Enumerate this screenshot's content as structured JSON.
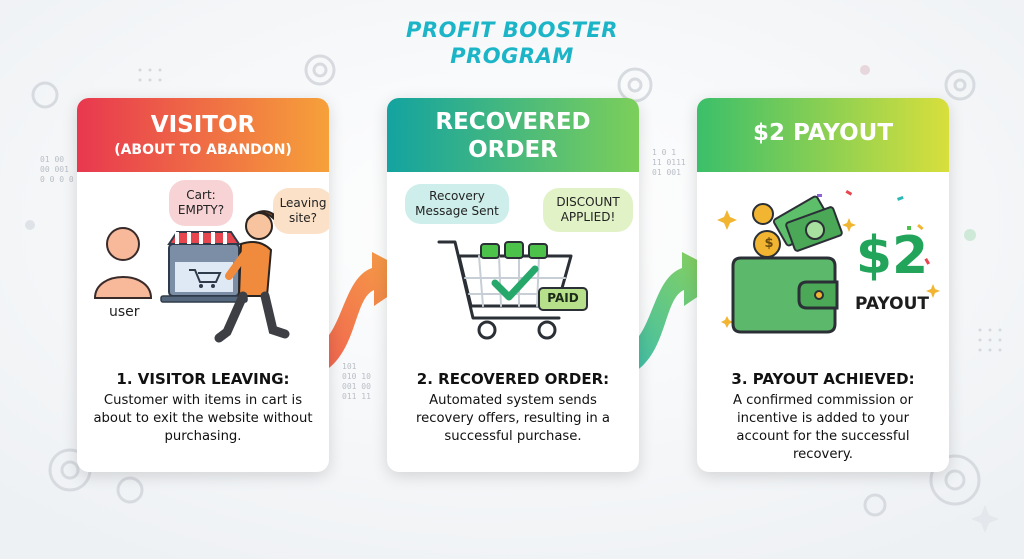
{
  "title": {
    "line1": "PROFIT BOOSTER",
    "line2": "PROGRAM"
  },
  "colors": {
    "title": "#1cb5c8",
    "card1_head": [
      "#e8384f",
      "#f6a13a"
    ],
    "card2_head": [
      "#13a3a0",
      "#7ccf5a"
    ],
    "card3_head": [
      "#3bbf6a",
      "#d8df3c"
    ],
    "arrow": [
      "#f0524a",
      "#f5a03a",
      "#2bb9b3",
      "#8bd14a"
    ]
  },
  "cards": [
    {
      "header": "VISITOR",
      "subheader": "(ABOUT TO ABANDON)",
      "bubbles": [
        "Cart:\nEMPTY?",
        "Leaving\nsite?"
      ],
      "user_label": "user",
      "step_title": "1. VISITOR LEAVING:",
      "step_desc": "Customer with items in cart is about to exit the website without purchasing.",
      "icons": [
        "user-icon",
        "shop-laptop-icon",
        "walking-person-icon"
      ]
    },
    {
      "header": "RECOVERED\nORDER",
      "bubbles": [
        "Recovery\nMessage Sent",
        "DISCOUNT\nAPPLIED!"
      ],
      "paid_label": "PAID",
      "step_title": "2. RECOVERED ORDER:",
      "step_desc": "Automated system sends recovery offers, resulting in a successful purchase.",
      "icons": [
        "shopping-cart-check-icon"
      ]
    },
    {
      "header": "$2 PAYOUT",
      "amount": "$2",
      "amount_label": "PAYOUT",
      "step_title": "3. PAYOUT ACHIEVED:",
      "step_desc": "A confirmed commission or incentive is added to your account for the successful recovery.",
      "icons": [
        "wallet-money-icon",
        "confetti-icon"
      ]
    }
  ],
  "binary_text": [
    "01 00\n00 001\n0 0 0 0",
    "1 0 1\n11 0111\n01 001",
    "101\n010 10\n001 00\n011 11"
  ]
}
